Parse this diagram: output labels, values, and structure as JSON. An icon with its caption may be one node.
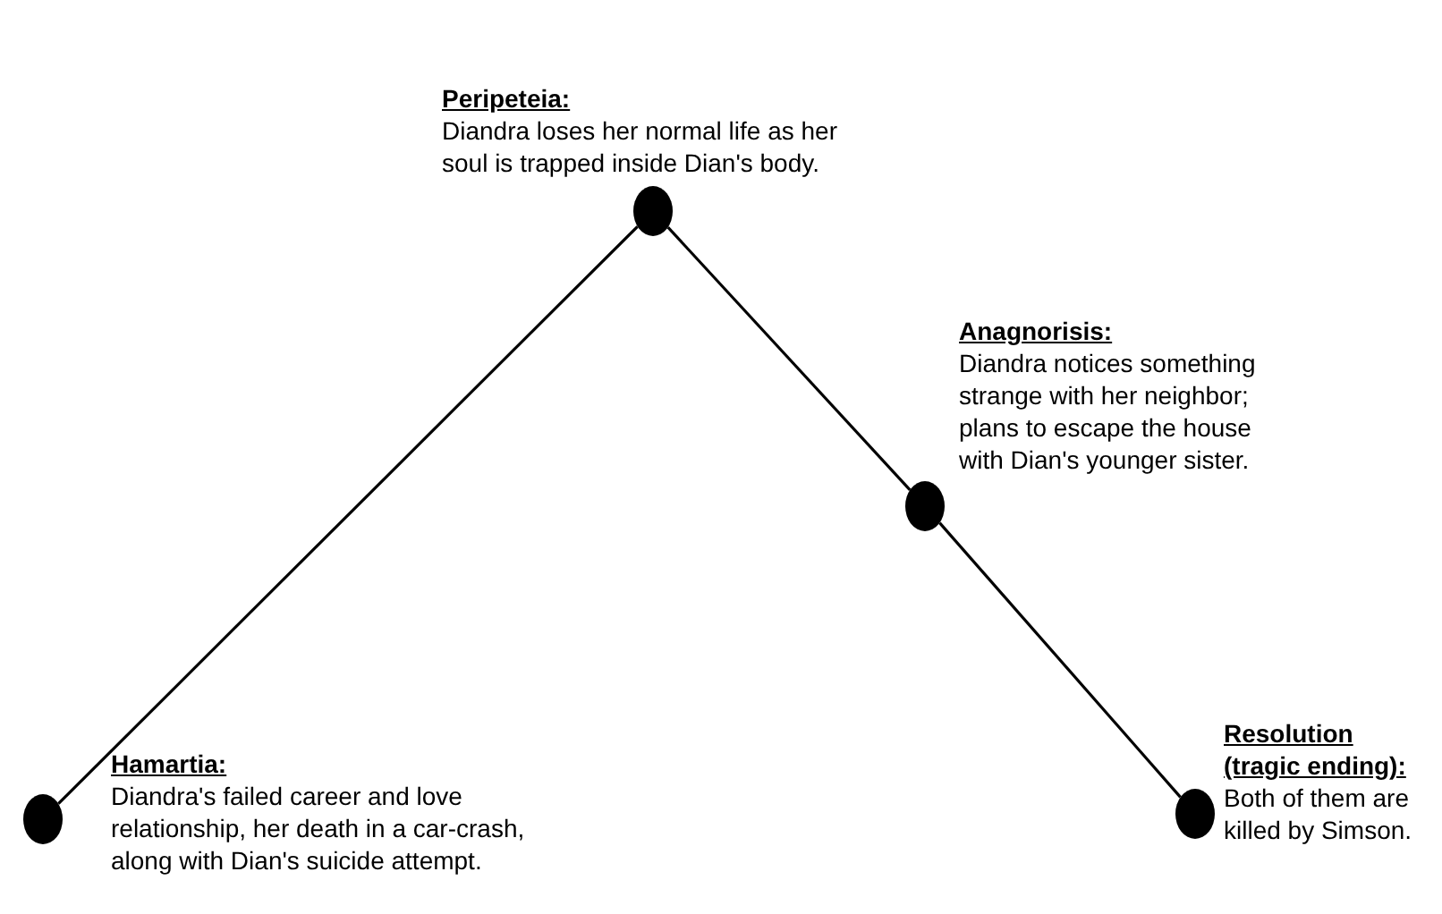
{
  "diagram": {
    "nodes": [
      {
        "text": [],
        "shape": "circle",
        "beside": [
          "Hamartia:",
          "Diandra's failed career and love relationship, her death in a car-crash, along with Dian's suicide attempt."
        ]
      },
      {
        "text": [],
        "shape": "circle",
        "beside": [
          "Peripeteia:",
          "Diandra loses her normal life as her soul is trapped inside Dian's body."
        ]
      },
      {
        "text": [],
        "shape": "circle",
        "beside": [
          "Anagnorisis:",
          "Diandra notices something strange with her neighbor; plans to escape the house with Dian's younger sister."
        ]
      },
      {
        "text": [],
        "shape": "circle",
        "beside": [
          "Resolution (tragic ending):",
          "Both of them are killed by Simson."
        ]
      }
    ],
    "edges": [
      {
        "from": 0,
        "to": 1,
        "arrow": "none"
      },
      {
        "from": 1,
        "to": 2,
        "arrow": "none"
      },
      {
        "from": 2,
        "to": 3,
        "arrow": "none"
      }
    ]
  }
}
